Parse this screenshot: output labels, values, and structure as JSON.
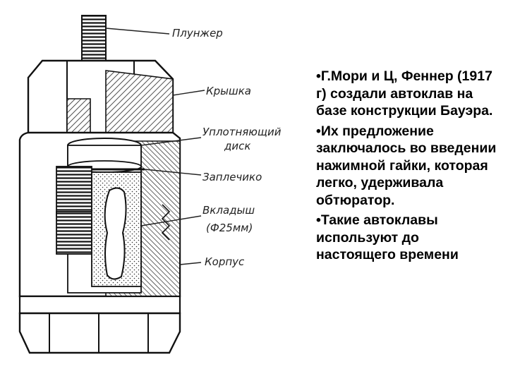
{
  "diagram": {
    "labels": {
      "plunger": "Плунжер",
      "cover": "Крышка",
      "seal_line1": "Уплотняющий",
      "seal_line2": "диск",
      "shoulder": "Заплечико",
      "liner_line1": "Вкладыш",
      "liner_line2": "(Ф25мм)",
      "body": "Корпус"
    }
  },
  "text": {
    "paragraphs": [
      "•Г.Мори и Ц, Феннер (1917 г) создали автоклав на базе конструкции Бауэра.",
      "•Их предложение заключалось во введении нажимной гайки, которая легко, удерживала обтюратор.",
      "•Такие автоклавы используют до настоящего времени"
    ]
  },
  "colors": {
    "ink": "#1a1a1a",
    "paper": "#ffffff"
  }
}
